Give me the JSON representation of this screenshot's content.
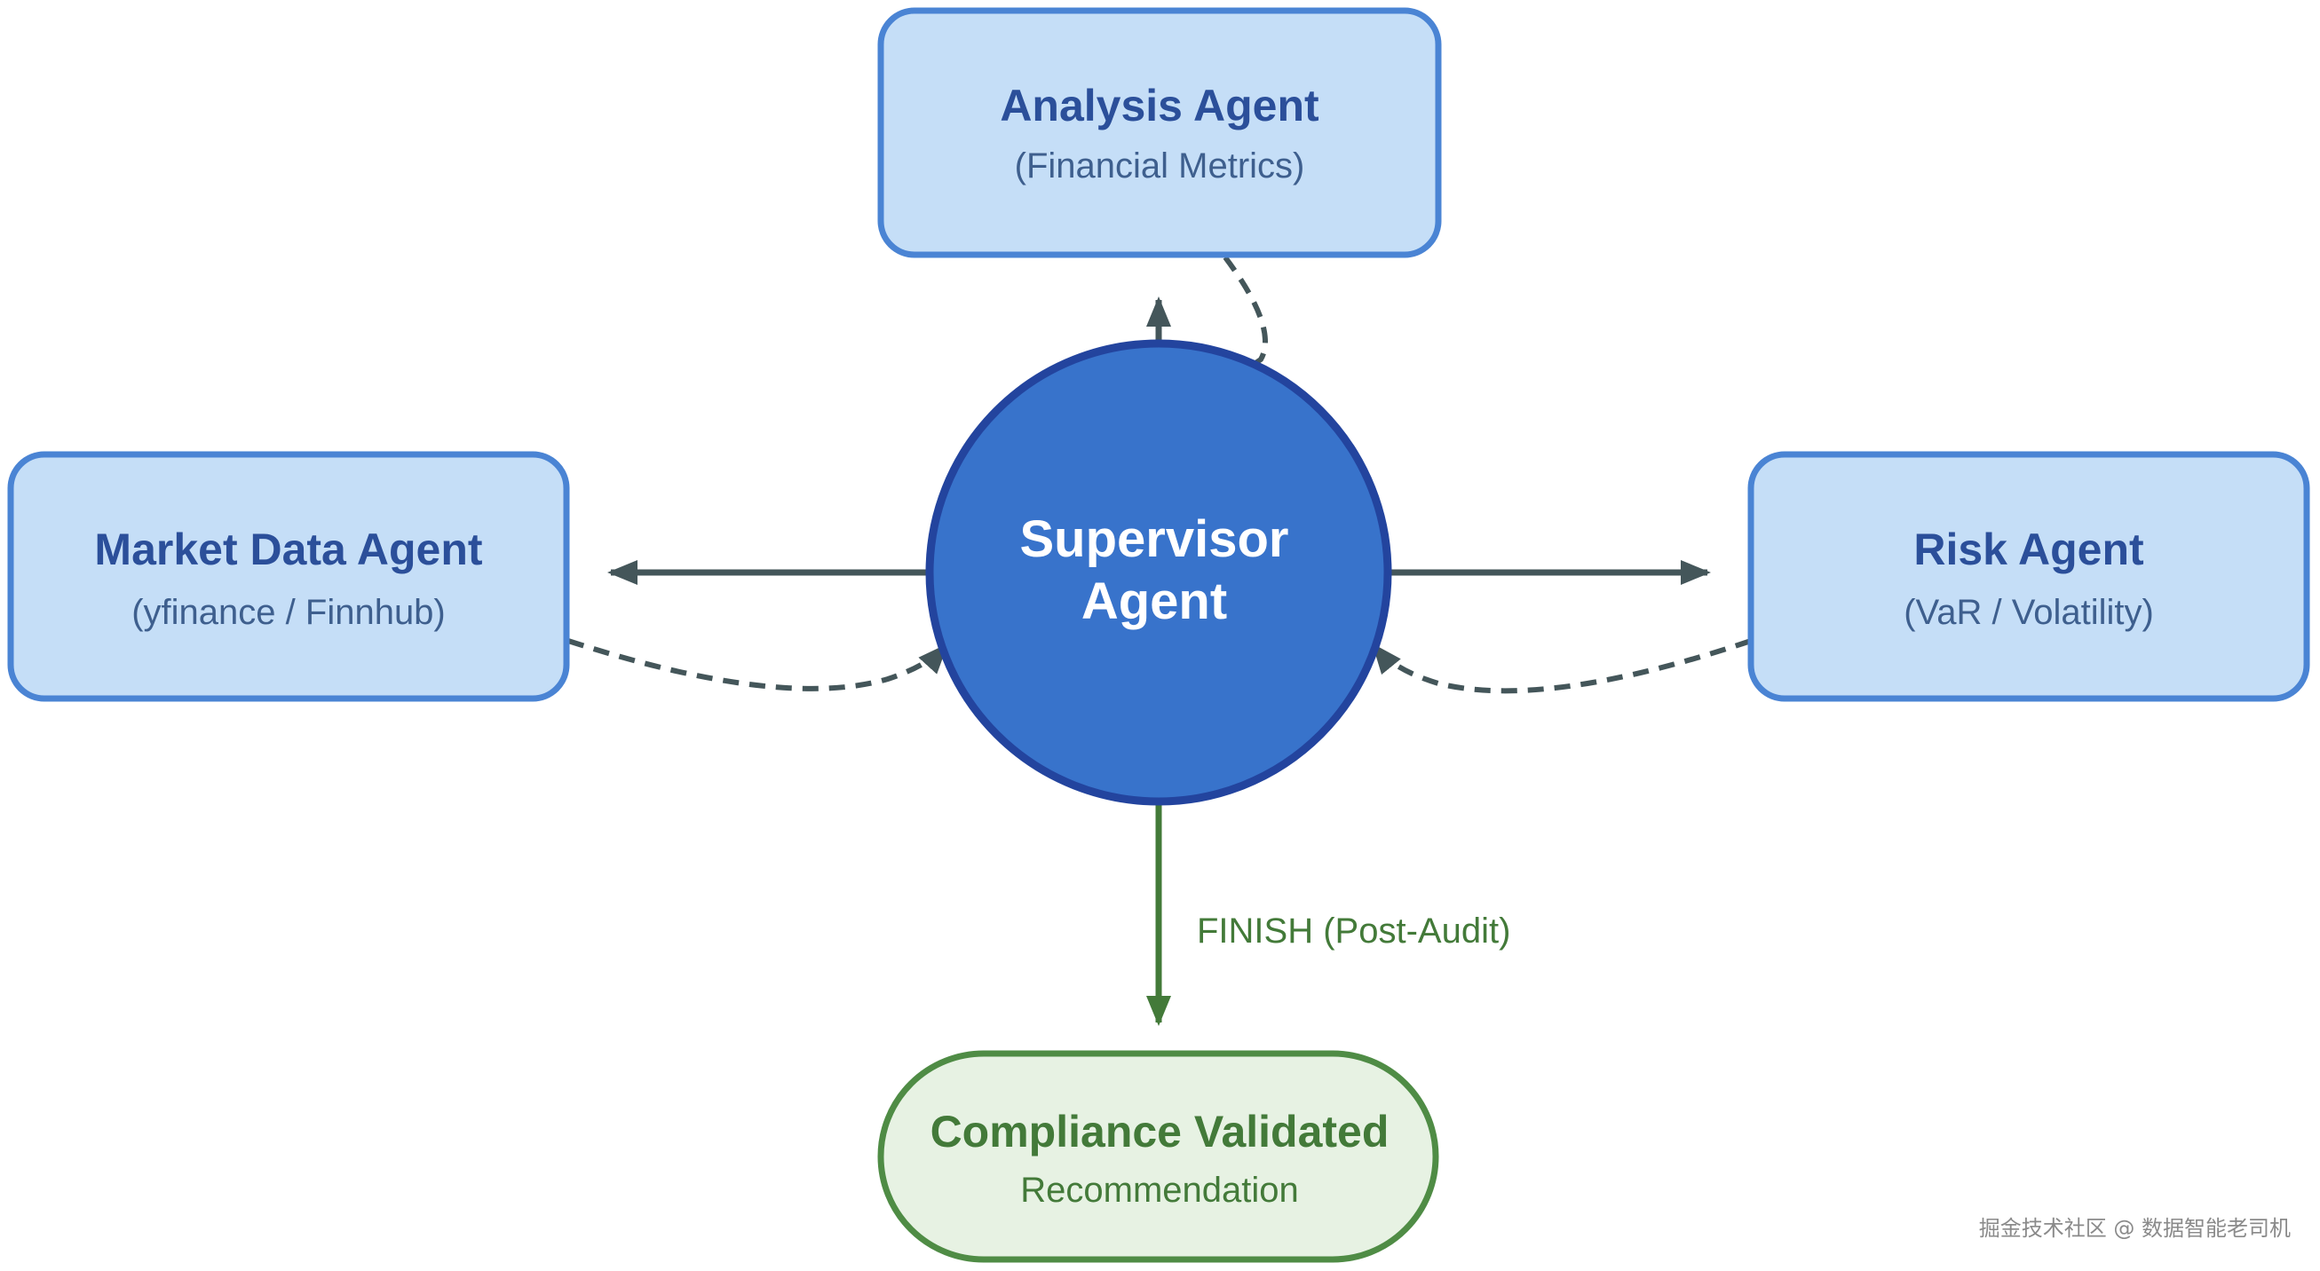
{
  "colors": {
    "agent_fill": "#c5def7",
    "agent_stroke": "#4a84d4",
    "agent_title": "#2b4f9a",
    "agent_sub": "#3e5f8e",
    "supervisor_fill": "#3873cb",
    "supervisor_stroke": "#23449e",
    "supervisor_text": "#ffffff",
    "arrow": "#44565a",
    "finish": "#437a39",
    "final_fill": "#e7f2e3",
    "final_stroke": "#4f8c45",
    "watermark": "#8a8a8a"
  },
  "nodes": {
    "analysis": {
      "title": "Analysis Agent",
      "subtitle": "(Financial Metrics)"
    },
    "market": {
      "title": "Market Data Agent",
      "subtitle": "(yfinance / Finnhub)"
    },
    "risk": {
      "title": "Risk Agent",
      "subtitle": "(VaR / Volatility)"
    },
    "supervisor": {
      "title_line1": "Supervisor",
      "title_line2": "Agent"
    },
    "final": {
      "title": "Compliance Validated",
      "subtitle": "Recommendation"
    }
  },
  "edges": {
    "finish_label": "FINISH (Post-Audit)"
  },
  "watermark": "掘金技术社区 @ 数据智能老司机"
}
